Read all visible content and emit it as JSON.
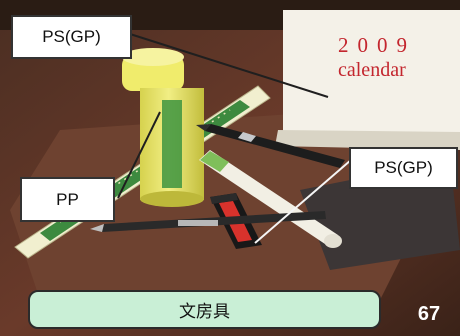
{
  "labels": {
    "ps_top": "PS(GP)",
    "pp": "PP",
    "ps_right": "PS(GP)"
  },
  "calendar": {
    "year": "2009",
    "word": "calendar"
  },
  "caption": "文房具",
  "page_number": "67",
  "colors": {
    "caption_bg": "#c9efd6",
    "calendar_red": "#c3262e",
    "glue_yellow": "#e8e46a",
    "ruler_green": "#3d8a3f"
  }
}
